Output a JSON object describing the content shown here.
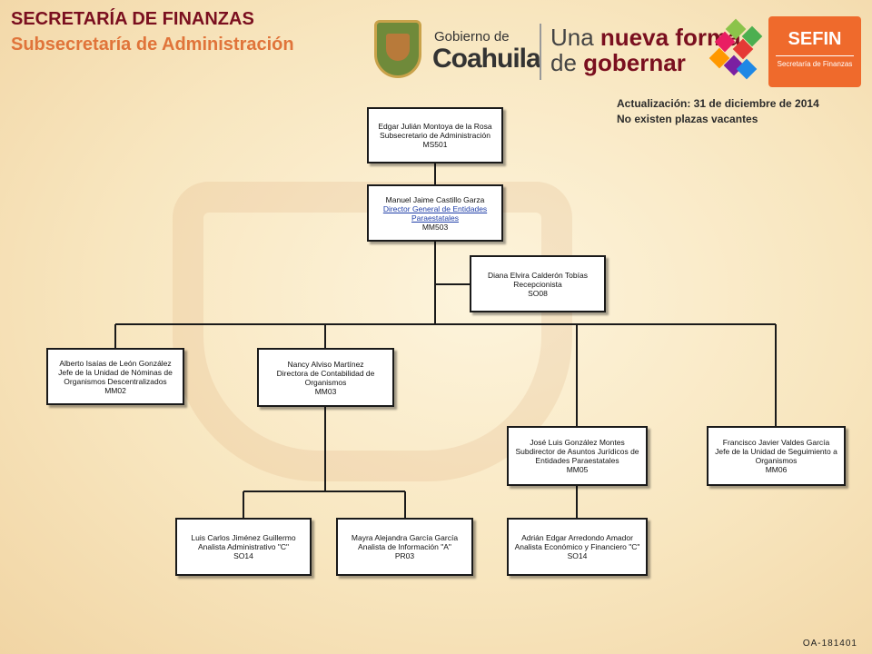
{
  "header": {
    "title": "SECRETARÍA DE FINANZAS",
    "subtitle": "Subsecretaría de Administración",
    "update": "Actualización: 31  de diciembre de 2014",
    "vacancies": "No existen plazas vacantes"
  },
  "logos": {
    "gobierno_de": "Gobierno de",
    "coahuila": "Coahuila",
    "slogan_line1_a": "Una ",
    "slogan_line1_b": "nueva forma",
    "slogan_line2_a": "de ",
    "slogan_line2_b": "gobernar",
    "sefin": "SEFIN",
    "sefin_sub": "Secretaría de Finanzas",
    "colors": {
      "maroon": "#7a0f1f",
      "orange": "#ef6a2c"
    }
  },
  "org": {
    "subsecretario": {
      "name": "Edgar Julián Montoya de la Rosa",
      "role": "Subsecretario de Administración",
      "code": "MS501"
    },
    "director": {
      "name": "Manuel Jaime Castillo Garza",
      "role": "Director General de Entidades Paraestatales",
      "code": "MM503"
    },
    "recepcionista": {
      "name": "Diana Elvira Calderón Tobías",
      "role": "Recepcionista",
      "code": "SO08"
    },
    "nominas": {
      "name": "Alberto Isaías de León González",
      "role": "Jefe de la Unidad de Nóminas de Organismos Descentralizados",
      "code": "MM02"
    },
    "contabilidad": {
      "name": "Nancy Alviso Martínez",
      "role": "Directora de Contabilidad de Organismos",
      "code": "MM03"
    },
    "juridicos": {
      "name": "José Luis González Montes",
      "role": "Subdirector de Asuntos Jurídicos de Entidades Paraestatales",
      "code": "MM05"
    },
    "seguimiento": {
      "name": "Francisco Javier Valdes García",
      "role": "Jefe de la Unidad de Seguimiento a Organismos",
      "code": "MM06"
    },
    "analista_admin": {
      "name": "Luis Carlos Jiménez Guillermo",
      "role": "Analista Administrativo \"C\"",
      "code": "SO14"
    },
    "analista_info": {
      "name": "Mayra Alejandra García García",
      "role": "Analista de Información \"A\"",
      "code": "PR03"
    },
    "analista_econ": {
      "name": "Adrián Edgar Arredondo Amador",
      "role": "Analista Económico y Financiero \"C\"",
      "code": "SO14"
    }
  },
  "footer": {
    "code": "OA-181401"
  }
}
